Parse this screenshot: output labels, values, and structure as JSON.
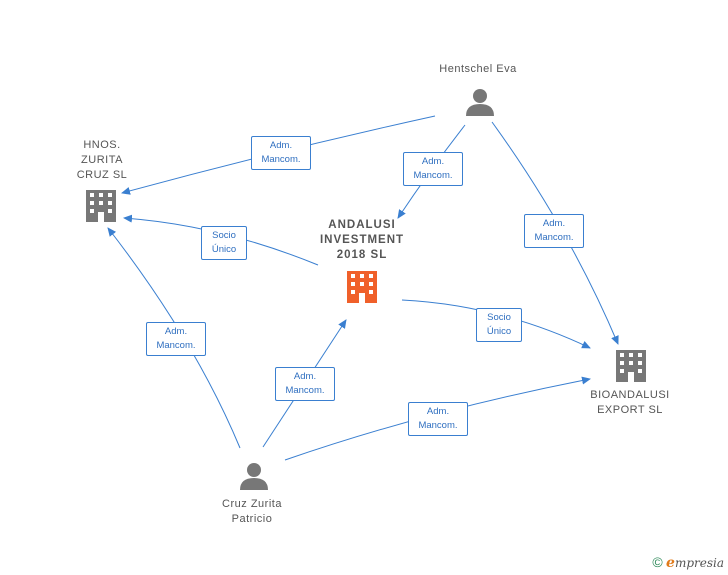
{
  "nodes": {
    "hentschel": {
      "label": "Hentschel Eva",
      "type": "person"
    },
    "hnos": {
      "label": "HNOS.\nZURITA\nCRUZ  SL",
      "type": "company"
    },
    "andalusi": {
      "label": "ANDALUSI\nINVESTMENT\n2018  SL",
      "type": "company-main"
    },
    "bioandalusi": {
      "label": "BIOANDALUSI\nEXPORT SL",
      "type": "company"
    },
    "cruz": {
      "label": "Cruz Zurita\nPatricio",
      "type": "person"
    }
  },
  "edges": {
    "hentschel_hnos": "Adm.\nMancom.",
    "hentschel_andalusi": "Adm.\nMancom.",
    "hentschel_bioandalusi": "Adm.\nMancom.",
    "andalusi_hnos": "Socio\nÚnico",
    "andalusi_bioandalusi": "Socio\nÚnico",
    "cruz_hnos": "Adm.\nMancom.",
    "cruz_andalusi": "Adm.\nMancom.",
    "cruz_bioandalusi": "Adm.\nMancom."
  },
  "colors": {
    "edge": "#3a7fd0",
    "company": "#777777",
    "main_company": "#f0602a",
    "person": "#777777"
  },
  "footer": {
    "copyright": "©",
    "brand_initial": "e",
    "brand_rest": "mpresia"
  }
}
